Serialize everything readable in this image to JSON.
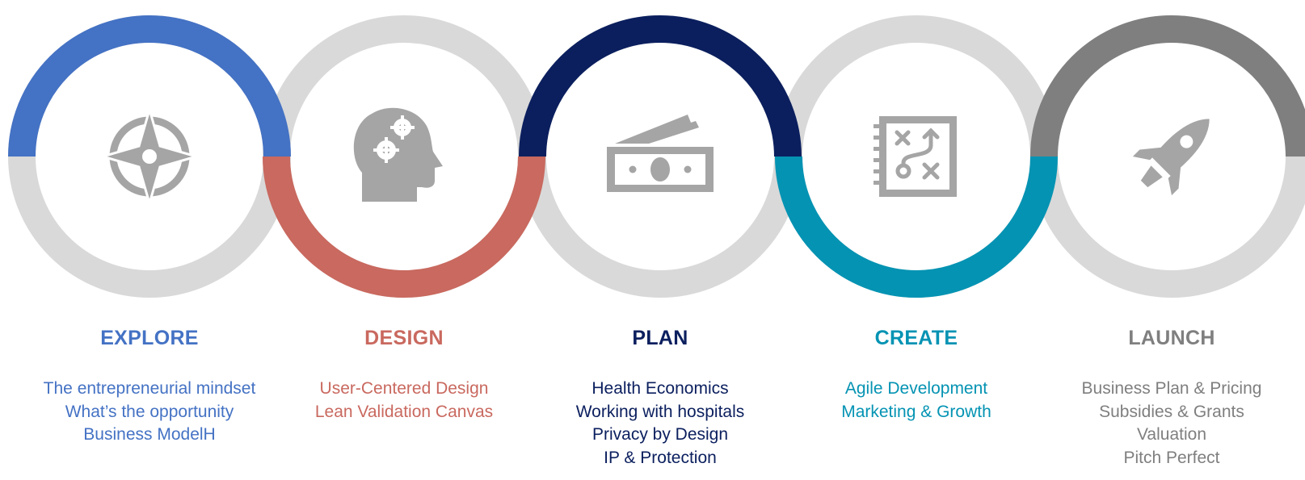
{
  "colors": {
    "track": "#d9d9d9",
    "icon": "#a5a5a5"
  },
  "stages": [
    {
      "title": "EXPLORE",
      "color": "#4472c4",
      "arc": "top",
      "icon": "compass-icon",
      "items": [
        "The entrepreneurial mindset",
        "What’s the opportunity",
        "Business ModelH"
      ]
    },
    {
      "title": "DESIGN",
      "color": "#c9695f",
      "arc": "bottom",
      "icon": "head-gears-icon",
      "items": [
        "User-Centered Design",
        "Lean Validation Canvas"
      ]
    },
    {
      "title": "PLAN",
      "color": "#0b1f5e",
      "arc": "top",
      "icon": "money-icon",
      "items": [
        "Health Economics",
        "Working with hospitals",
        "Privacy by Design",
        "IP & Protection"
      ]
    },
    {
      "title": "CREATE",
      "color": "#0493b3",
      "arc": "bottom",
      "icon": "strategy-board-icon",
      "items": [
        "Agile Development",
        "Marketing & Growth"
      ]
    },
    {
      "title": "LAUNCH",
      "color": "#7f7f7f",
      "arc": "top",
      "icon": "rocket-icon",
      "items": [
        "Business Plan & Pricing",
        "Subsidies & Grants",
        "Valuation",
        "Pitch Perfect"
      ]
    }
  ]
}
